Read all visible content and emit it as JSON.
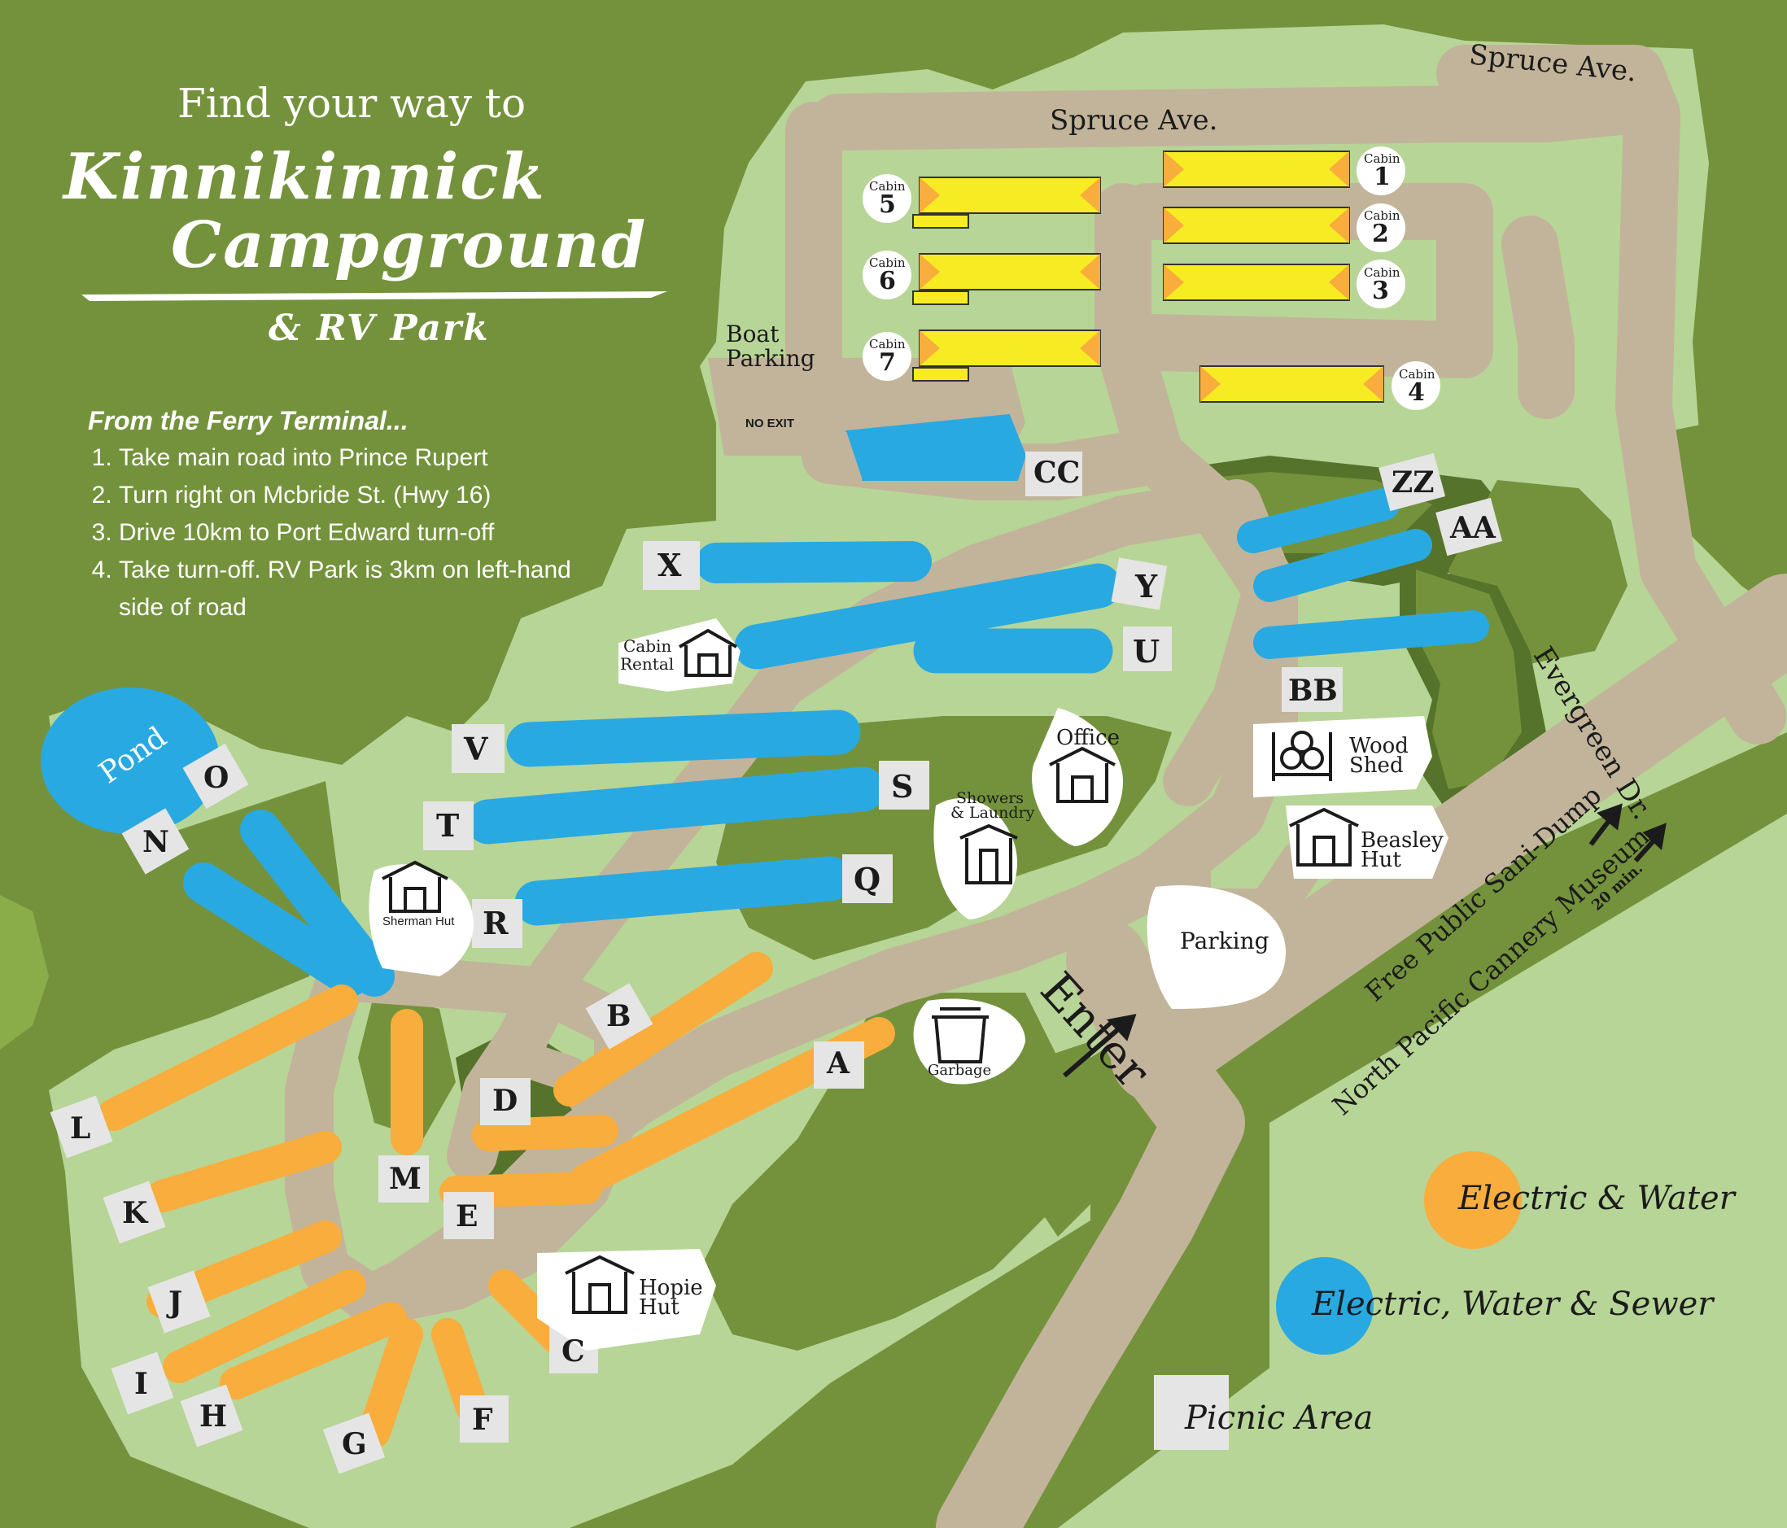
{
  "title": {
    "line1": "Find your way to",
    "line2": "Kinnikinnick",
    "line3": "Campground",
    "line4": "& RV Park"
  },
  "directions": {
    "heading": "From the Ferry Terminal...",
    "steps": [
      "Take main road into Prince Rupert",
      "Turn right on Mcbride St. (Hwy 16)",
      "Drive 10km to Port Edward turn-off",
      "Take turn-off. RV Park is 3km on left-hand side of road"
    ]
  },
  "roads": {
    "spruce_top": "Spruce Ave.",
    "spruce_right": "Spruce Ave.",
    "evergreen": "Evergreen Dr.",
    "sani_dump": "Free Public Sani-Dump",
    "cannery": "North Pacific Cannery Museum",
    "cannery_time": "20 min.",
    "enter": "Enter",
    "no_exit": "NO EXIT"
  },
  "places": {
    "boat_parking_1": "Boat",
    "boat_parking_2": "Parking",
    "pond": "Pond",
    "parking": "Parking",
    "office": "Office",
    "showers_1": "Showers",
    "showers_2": "& Laundry",
    "cabin_rental_1": "Cabin",
    "cabin_rental_2": "Rental",
    "sherman": "Sherman Hut",
    "wood_shed_1": "Wood",
    "wood_shed_2": "Shed",
    "beasley_1": "Beasley",
    "beasley_2": "Hut",
    "hopie_1": "Hopie",
    "hopie_2": "Hut",
    "garbage": "Garbage"
  },
  "cabins": {
    "word": "Cabin",
    "c1": "1",
    "c2": "2",
    "c3": "3",
    "c4": "4",
    "c5": "5",
    "c6": "6",
    "c7": "7"
  },
  "sites": {
    "a": "A",
    "b": "B",
    "c": "C",
    "d": "D",
    "e": "E",
    "f": "F",
    "g": "G",
    "h": "H",
    "i": "I",
    "j": "J",
    "k": "K",
    "l": "L",
    "m": "M",
    "n": "N",
    "o": "O",
    "q": "Q",
    "r": "R",
    "s": "S",
    "t": "T",
    "u": "U",
    "v": "V",
    "x": "X",
    "y": "Y",
    "zz": "ZZ",
    "aa": "AA",
    "bb": "BB",
    "cc": "CC"
  },
  "legend": {
    "orange": "Electric & Water",
    "blue": "Electric, Water & Sewer",
    "picnic": "Picnic Area"
  },
  "colors": {
    "forest": "#74923c",
    "grass": "#b7d596",
    "road": "#c2b49a",
    "blue_site": "#29a9e1",
    "orange_site": "#f8ad3d",
    "cabin_yellow": "#f7ec23",
    "picnic": "#e5e5e5"
  },
  "icons": [
    "house-icon",
    "wood-pile-icon",
    "dumpster-icon",
    "arrow-icon"
  ]
}
